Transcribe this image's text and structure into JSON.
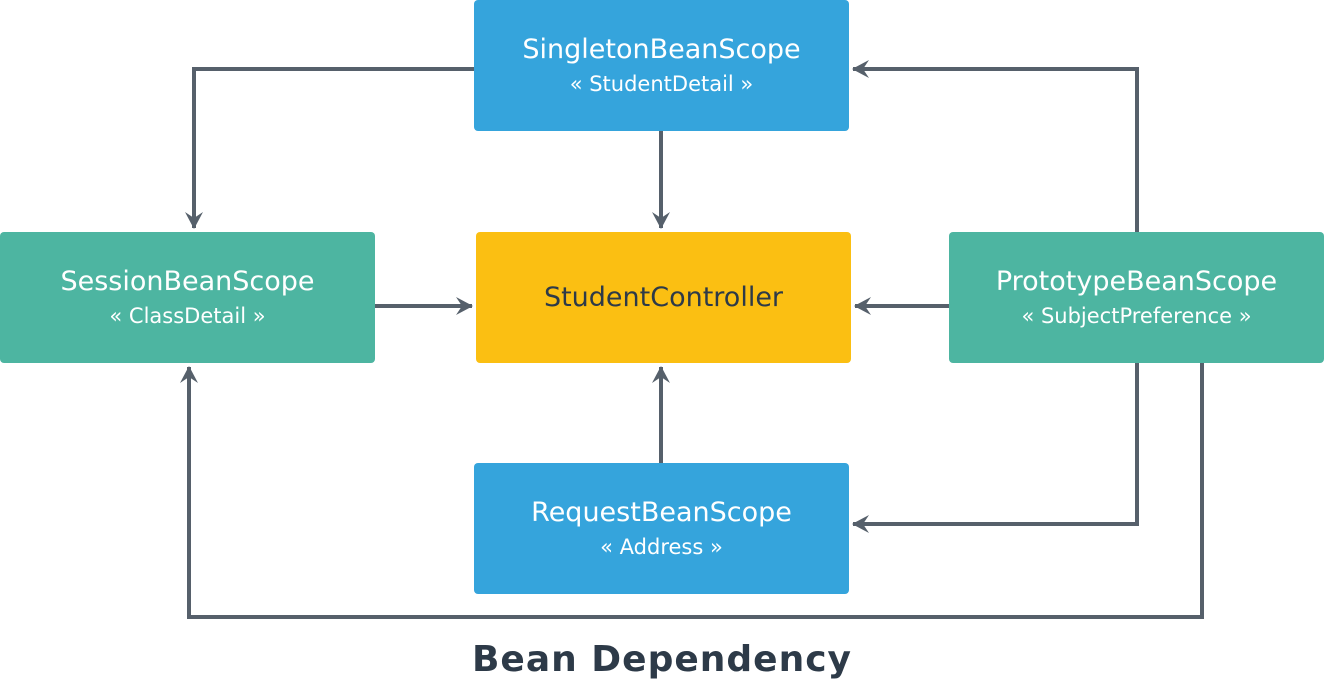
{
  "diagram": {
    "title": "Bean Dependency",
    "colors": {
      "singleton_request": "#35a4dc",
      "session_prototype": "#4db5a1",
      "controller": "#fbbf12",
      "arrows": "#56606b"
    },
    "nodes": {
      "singleton": {
        "name": "SingletonBeanScope",
        "sub": "« StudentDetail »"
      },
      "session": {
        "name": "SessionBeanScope",
        "sub": "« ClassDetail »"
      },
      "controller": {
        "name": "StudentController"
      },
      "prototype": {
        "name": "PrototypeBeanScope",
        "sub": "« SubjectPreference »"
      },
      "request": {
        "name": "RequestBeanScope",
        "sub": "« Address »"
      }
    },
    "edges": [
      {
        "from": "singleton",
        "to": "session"
      },
      {
        "from": "singleton",
        "to": "controller"
      },
      {
        "from": "session",
        "to": "controller"
      },
      {
        "from": "prototype",
        "to": "controller"
      },
      {
        "from": "prototype",
        "to": "singleton"
      },
      {
        "from": "prototype",
        "to": "request"
      },
      {
        "from": "prototype",
        "to": "session"
      },
      {
        "from": "request",
        "to": "controller"
      }
    ]
  }
}
